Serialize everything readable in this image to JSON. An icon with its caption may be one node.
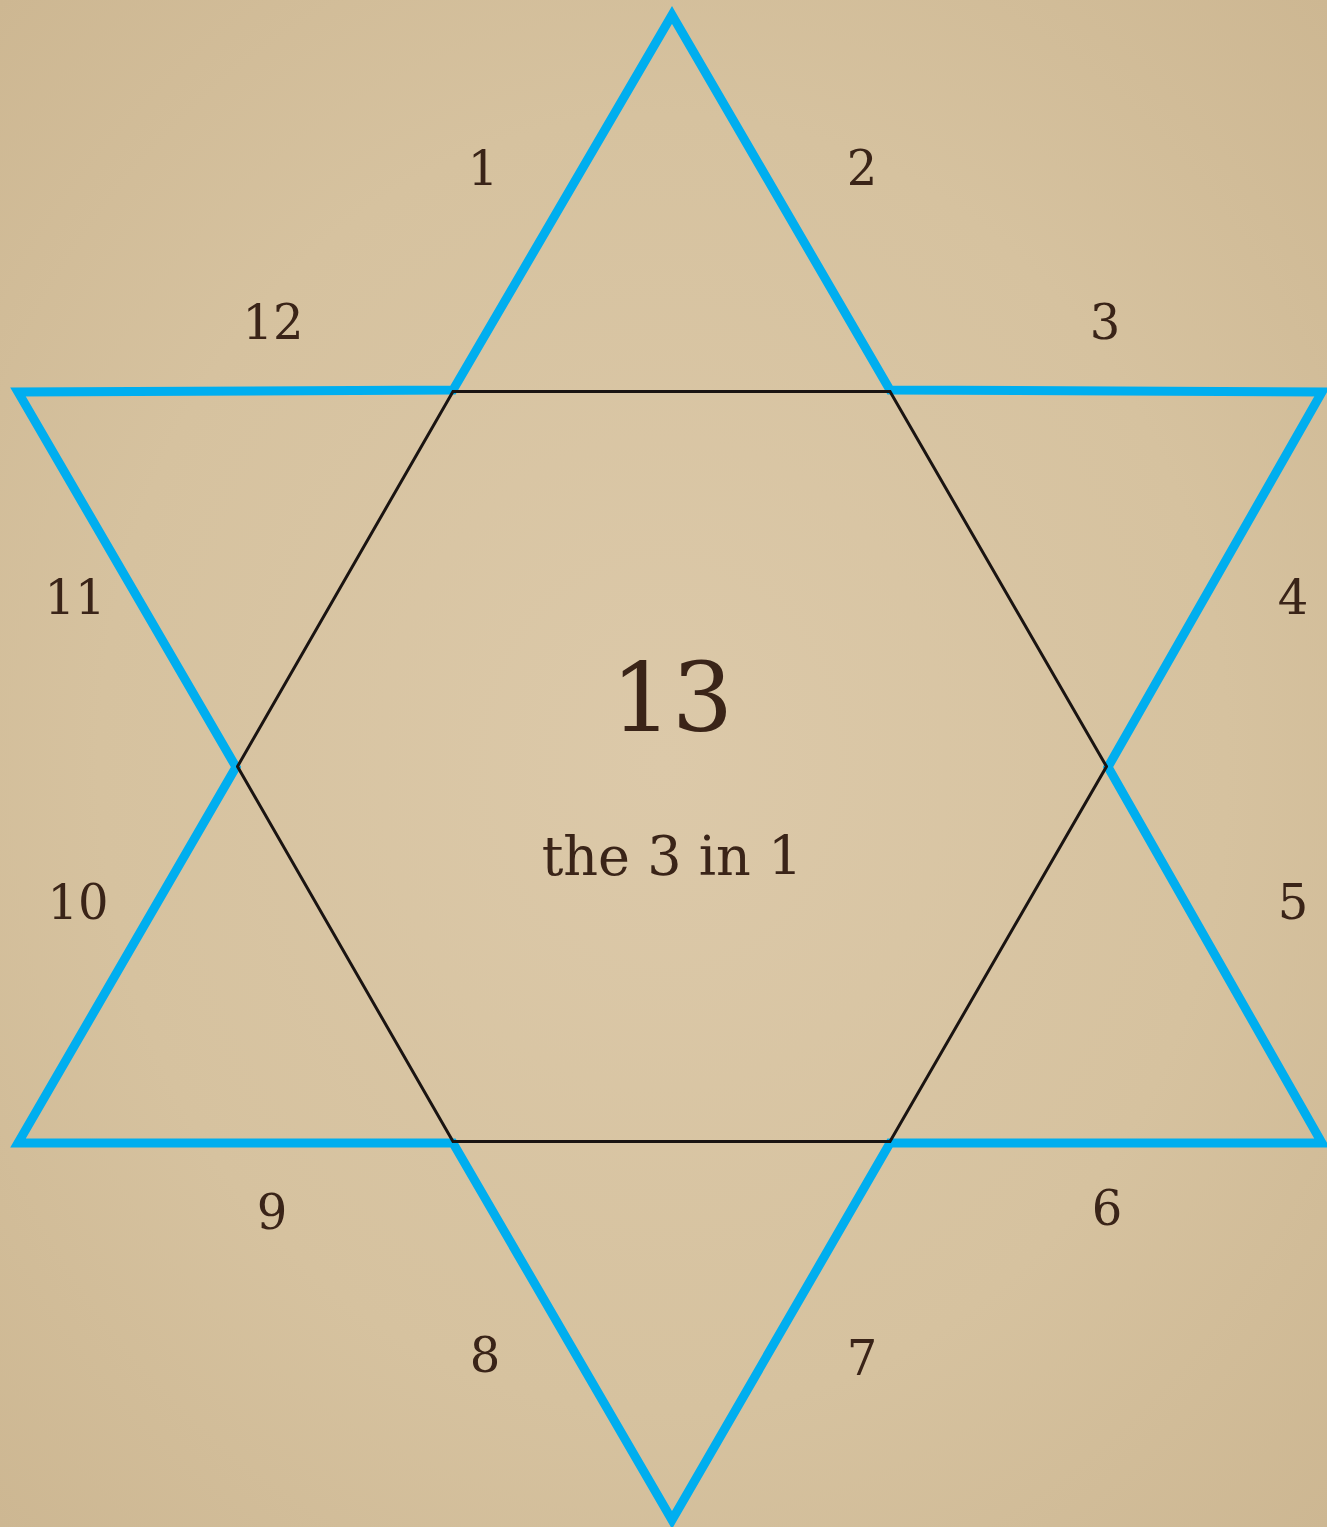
{
  "diagram": {
    "nodes": [
      {
        "text": [
          "13",
          "the 3 in 1"
        ]
      }
    ],
    "edges": [],
    "labels": [
      "1",
      "2",
      "12",
      "3",
      "11",
      "4",
      "10",
      "5",
      "9",
      "6",
      "8",
      "7"
    ]
  }
}
